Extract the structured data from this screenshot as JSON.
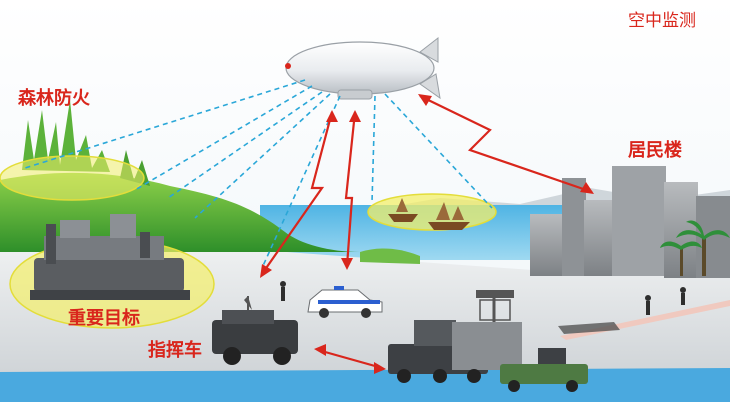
{
  "labels": {
    "title": "空中监测",
    "forest_fire": "森林防火",
    "residential": "居民楼",
    "key_target": "重要目标",
    "command_vehicle": "指挥车"
  },
  "colors": {
    "label_red": "#d9261c",
    "link_dashed": "#2aa7d8",
    "link_arrow": "#d9261c",
    "sea": "#6cc4e8",
    "highlight": "#f3ef6a"
  },
  "icons": [
    "airship-icon",
    "forest-icon",
    "ship-icon",
    "boats-icon",
    "city-buildings-icon",
    "police-car-icon",
    "command-vehicle-icon",
    "truck-convoy-icon",
    "radar-icon",
    "person-icon",
    "palm-tree-icon"
  ]
}
